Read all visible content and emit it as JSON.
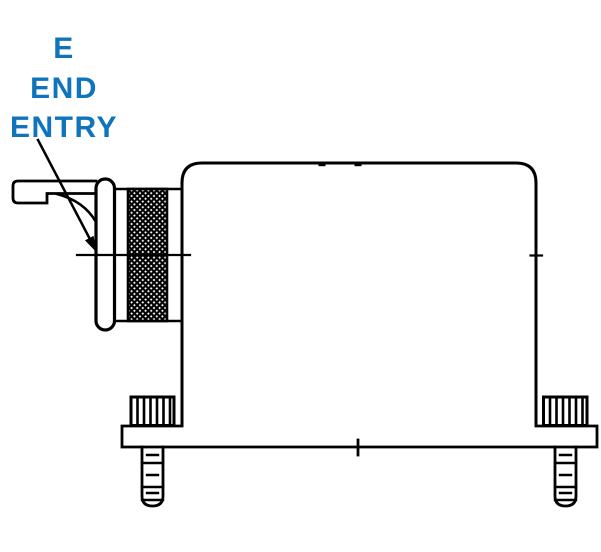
{
  "label": {
    "line1": "E",
    "line2": "END",
    "line3": "ENTRY",
    "color": "#0e74bc"
  },
  "colors": {
    "line": "#000000",
    "background": "#ffffff"
  }
}
